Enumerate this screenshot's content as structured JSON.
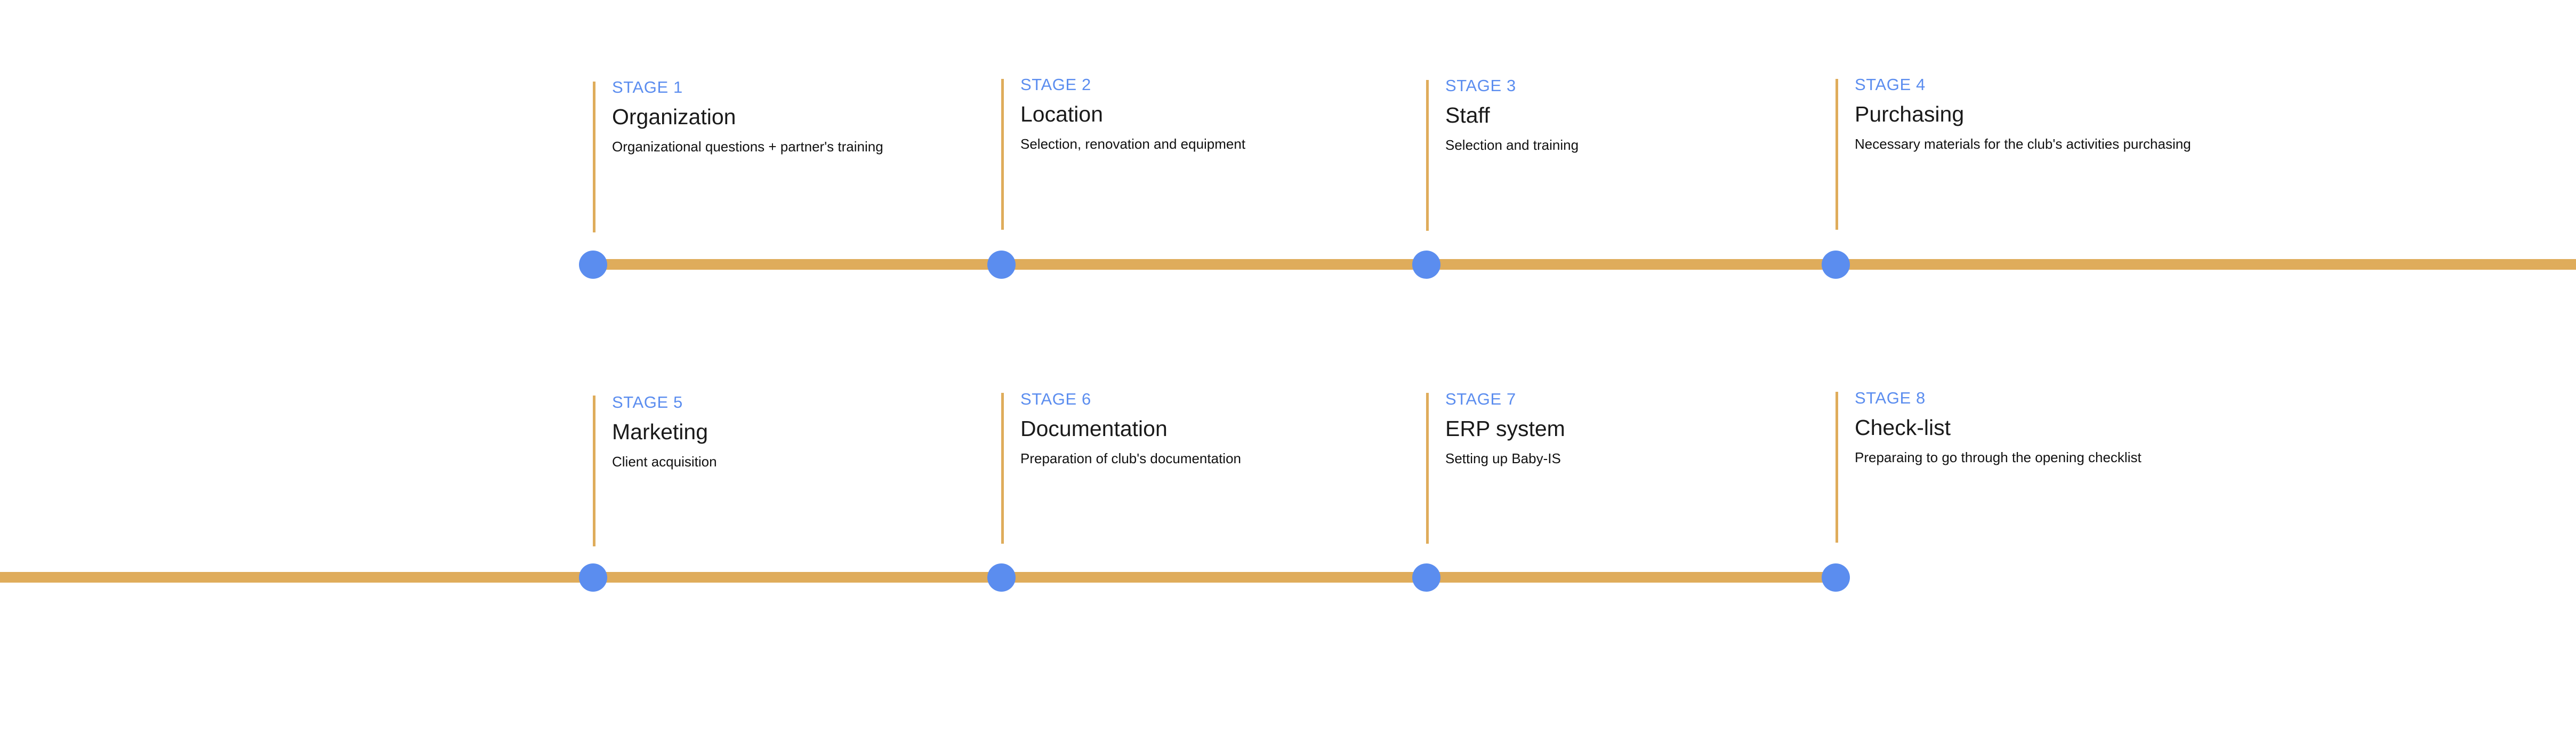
{
  "diagram": {
    "type": "horizontal-timeline",
    "rows": 2,
    "stage_count": 8,
    "colors": {
      "background": "#ffffff",
      "rail": "#dfac5b",
      "tick": "#dfac5b",
      "node": "#5b8def",
      "label": "#5b8def",
      "title": "#1a1a1a",
      "description": "#111111"
    }
  },
  "rows": [
    {
      "name": "timeline-row-top",
      "rail_extends_left": false,
      "rail_extends_right": true,
      "stages": [
        {
          "label": "STAGE 1",
          "title": "Organization",
          "description": "Organizational questions + partner's training"
        },
        {
          "label": "STAGE 2",
          "title": "Location",
          "description": "Selection, renovation and equipment"
        },
        {
          "label": "STAGE 3",
          "title": "Staff",
          "description": "Selection and training"
        },
        {
          "label": "STAGE 4",
          "title": "Purchasing",
          "description": "Necessary materials for the club's activities purchasing"
        }
      ]
    },
    {
      "name": "timeline-row-bottom",
      "rail_extends_left": true,
      "rail_extends_right": false,
      "stages": [
        {
          "label": "STAGE 5",
          "title": "Marketing",
          "description": "Client acquisition"
        },
        {
          "label": "STAGE 6",
          "title": "Documentation",
          "description": "Preparation of club's documentation"
        },
        {
          "label": "STAGE 7",
          "title": "ERP system",
          "description": "Setting up Baby-IS"
        },
        {
          "label": "STAGE 8",
          "title": "Check-list",
          "description": "Preparaing to go through the opening checklist"
        }
      ]
    }
  ]
}
